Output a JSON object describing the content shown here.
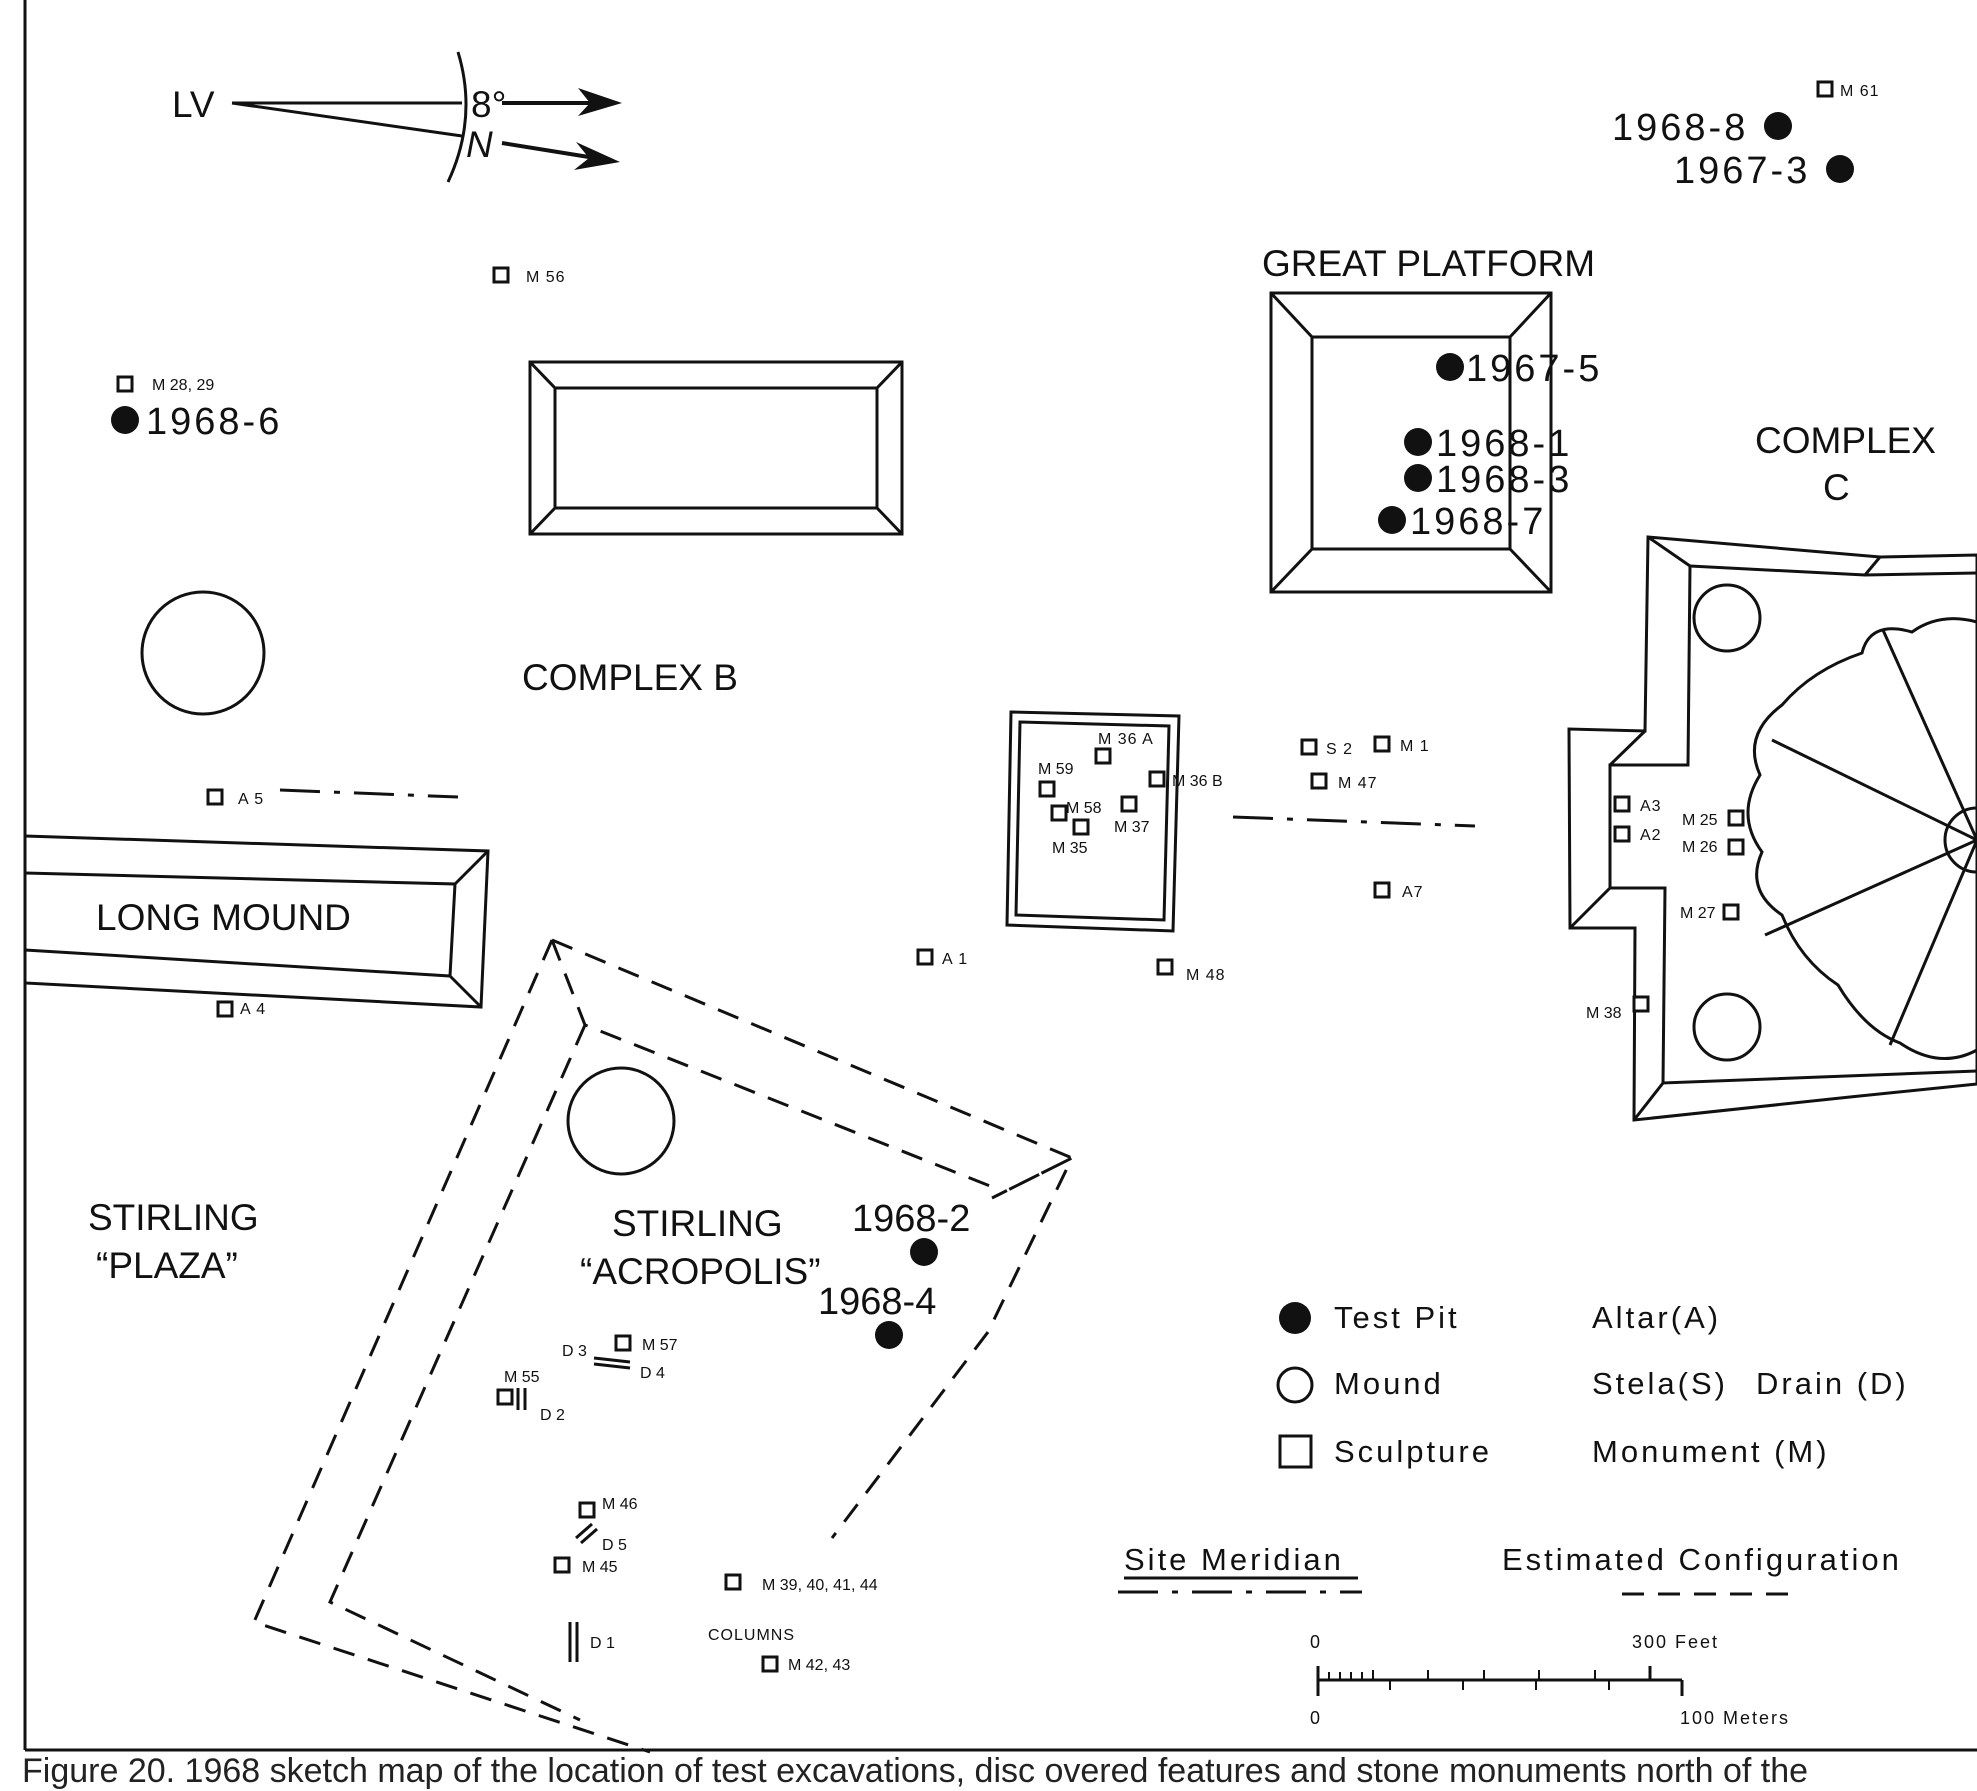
{
  "orientation": {
    "lv_label": "LV",
    "angle_label": "8°",
    "north_label": "N"
  },
  "area_labels": {
    "great_platform": "GREAT PLATFORM",
    "complex_c_line1": "COMPLEX",
    "complex_c_line2": "C",
    "complex_b": "COMPLEX B",
    "long_mound": "LONG MOUND",
    "stirling_plaza_line1": "STIRLING",
    "stirling_plaza_line2": "“PLAZA”",
    "stirling_acropolis_line1": "STIRLING",
    "stirling_acropolis_line2": "“ACROPOLIS”",
    "columns": "COLUMNS"
  },
  "test_pits": [
    {
      "id": "pit-1968-8",
      "label": "1968-8"
    },
    {
      "id": "pit-1967-3",
      "label": "1967-3"
    },
    {
      "id": "pit-1967-5",
      "label": "1967-5"
    },
    {
      "id": "pit-1968-1",
      "label": "1968-1"
    },
    {
      "id": "pit-1968-3",
      "label": "1968-3"
    },
    {
      "id": "pit-1968-7",
      "label": "1968-7"
    },
    {
      "id": "pit-1968-6",
      "label": "1968-6"
    },
    {
      "id": "pit-1968-2",
      "label": "1968-2"
    },
    {
      "id": "pit-1968-4",
      "label": "1968-4"
    }
  ],
  "sculptures": [
    {
      "id": "m61",
      "label": "M 61"
    },
    {
      "id": "m56",
      "label": "M 56"
    },
    {
      "id": "m28-29",
      "label": "M 28, 29"
    },
    {
      "id": "m36a",
      "label": "M 36 A"
    },
    {
      "id": "m59",
      "label": "M  59"
    },
    {
      "id": "m36b",
      "label": "M  36 B"
    },
    {
      "id": "m58",
      "label": "M  58"
    },
    {
      "id": "m37",
      "label": "M  37"
    },
    {
      "id": "m35",
      "label": "M  35"
    },
    {
      "id": "s2",
      "label": "S 2"
    },
    {
      "id": "m1",
      "label": "M 1"
    },
    {
      "id": "m47",
      "label": "M 47"
    },
    {
      "id": "a7",
      "label": "A7"
    },
    {
      "id": "a1",
      "label": "A 1"
    },
    {
      "id": "m48",
      "label": "M 48"
    },
    {
      "id": "a5",
      "label": "A 5"
    },
    {
      "id": "a4",
      "label": "A 4"
    },
    {
      "id": "a3",
      "label": "A3"
    },
    {
      "id": "a2",
      "label": "A2"
    },
    {
      "id": "m25",
      "label": "M 25"
    },
    {
      "id": "m26",
      "label": "M 26"
    },
    {
      "id": "m27",
      "label": "M 27"
    },
    {
      "id": "m38",
      "label": "M 38"
    },
    {
      "id": "m57",
      "label": "M 57"
    },
    {
      "id": "m55",
      "label": "M 55"
    },
    {
      "id": "m46",
      "label": "M 46"
    },
    {
      "id": "m45",
      "label": "M 45"
    },
    {
      "id": "m39-44",
      "label": "M 39, 40, 41, 44"
    },
    {
      "id": "m42-43",
      "label": "M 42, 43"
    }
  ],
  "drains": [
    {
      "id": "d3",
      "label": "D 3"
    },
    {
      "id": "d4",
      "label": "D 4"
    },
    {
      "id": "d2",
      "label": "D 2"
    },
    {
      "id": "d5",
      "label": "D 5"
    },
    {
      "id": "d1",
      "label": "D 1"
    }
  ],
  "legend": {
    "test_pit": "Test Pit",
    "mound": "Mound",
    "sculpture": "Sculpture",
    "altar": "Altar(A)",
    "stela": "Stela(S)",
    "drain": "Drain (D)",
    "monument": "Monument (M)",
    "site_meridian": "Site Meridian",
    "estimated_configuration": "Estimated Configuration"
  },
  "scale": {
    "feet_zero": "0",
    "feet_label": "300 Feet",
    "meters_zero": "0",
    "meters_label": "100 Meters"
  },
  "caption": "Figure 20. 1968 sketch map of the location of test excavations, disc overed features and stone monuments north of the"
}
